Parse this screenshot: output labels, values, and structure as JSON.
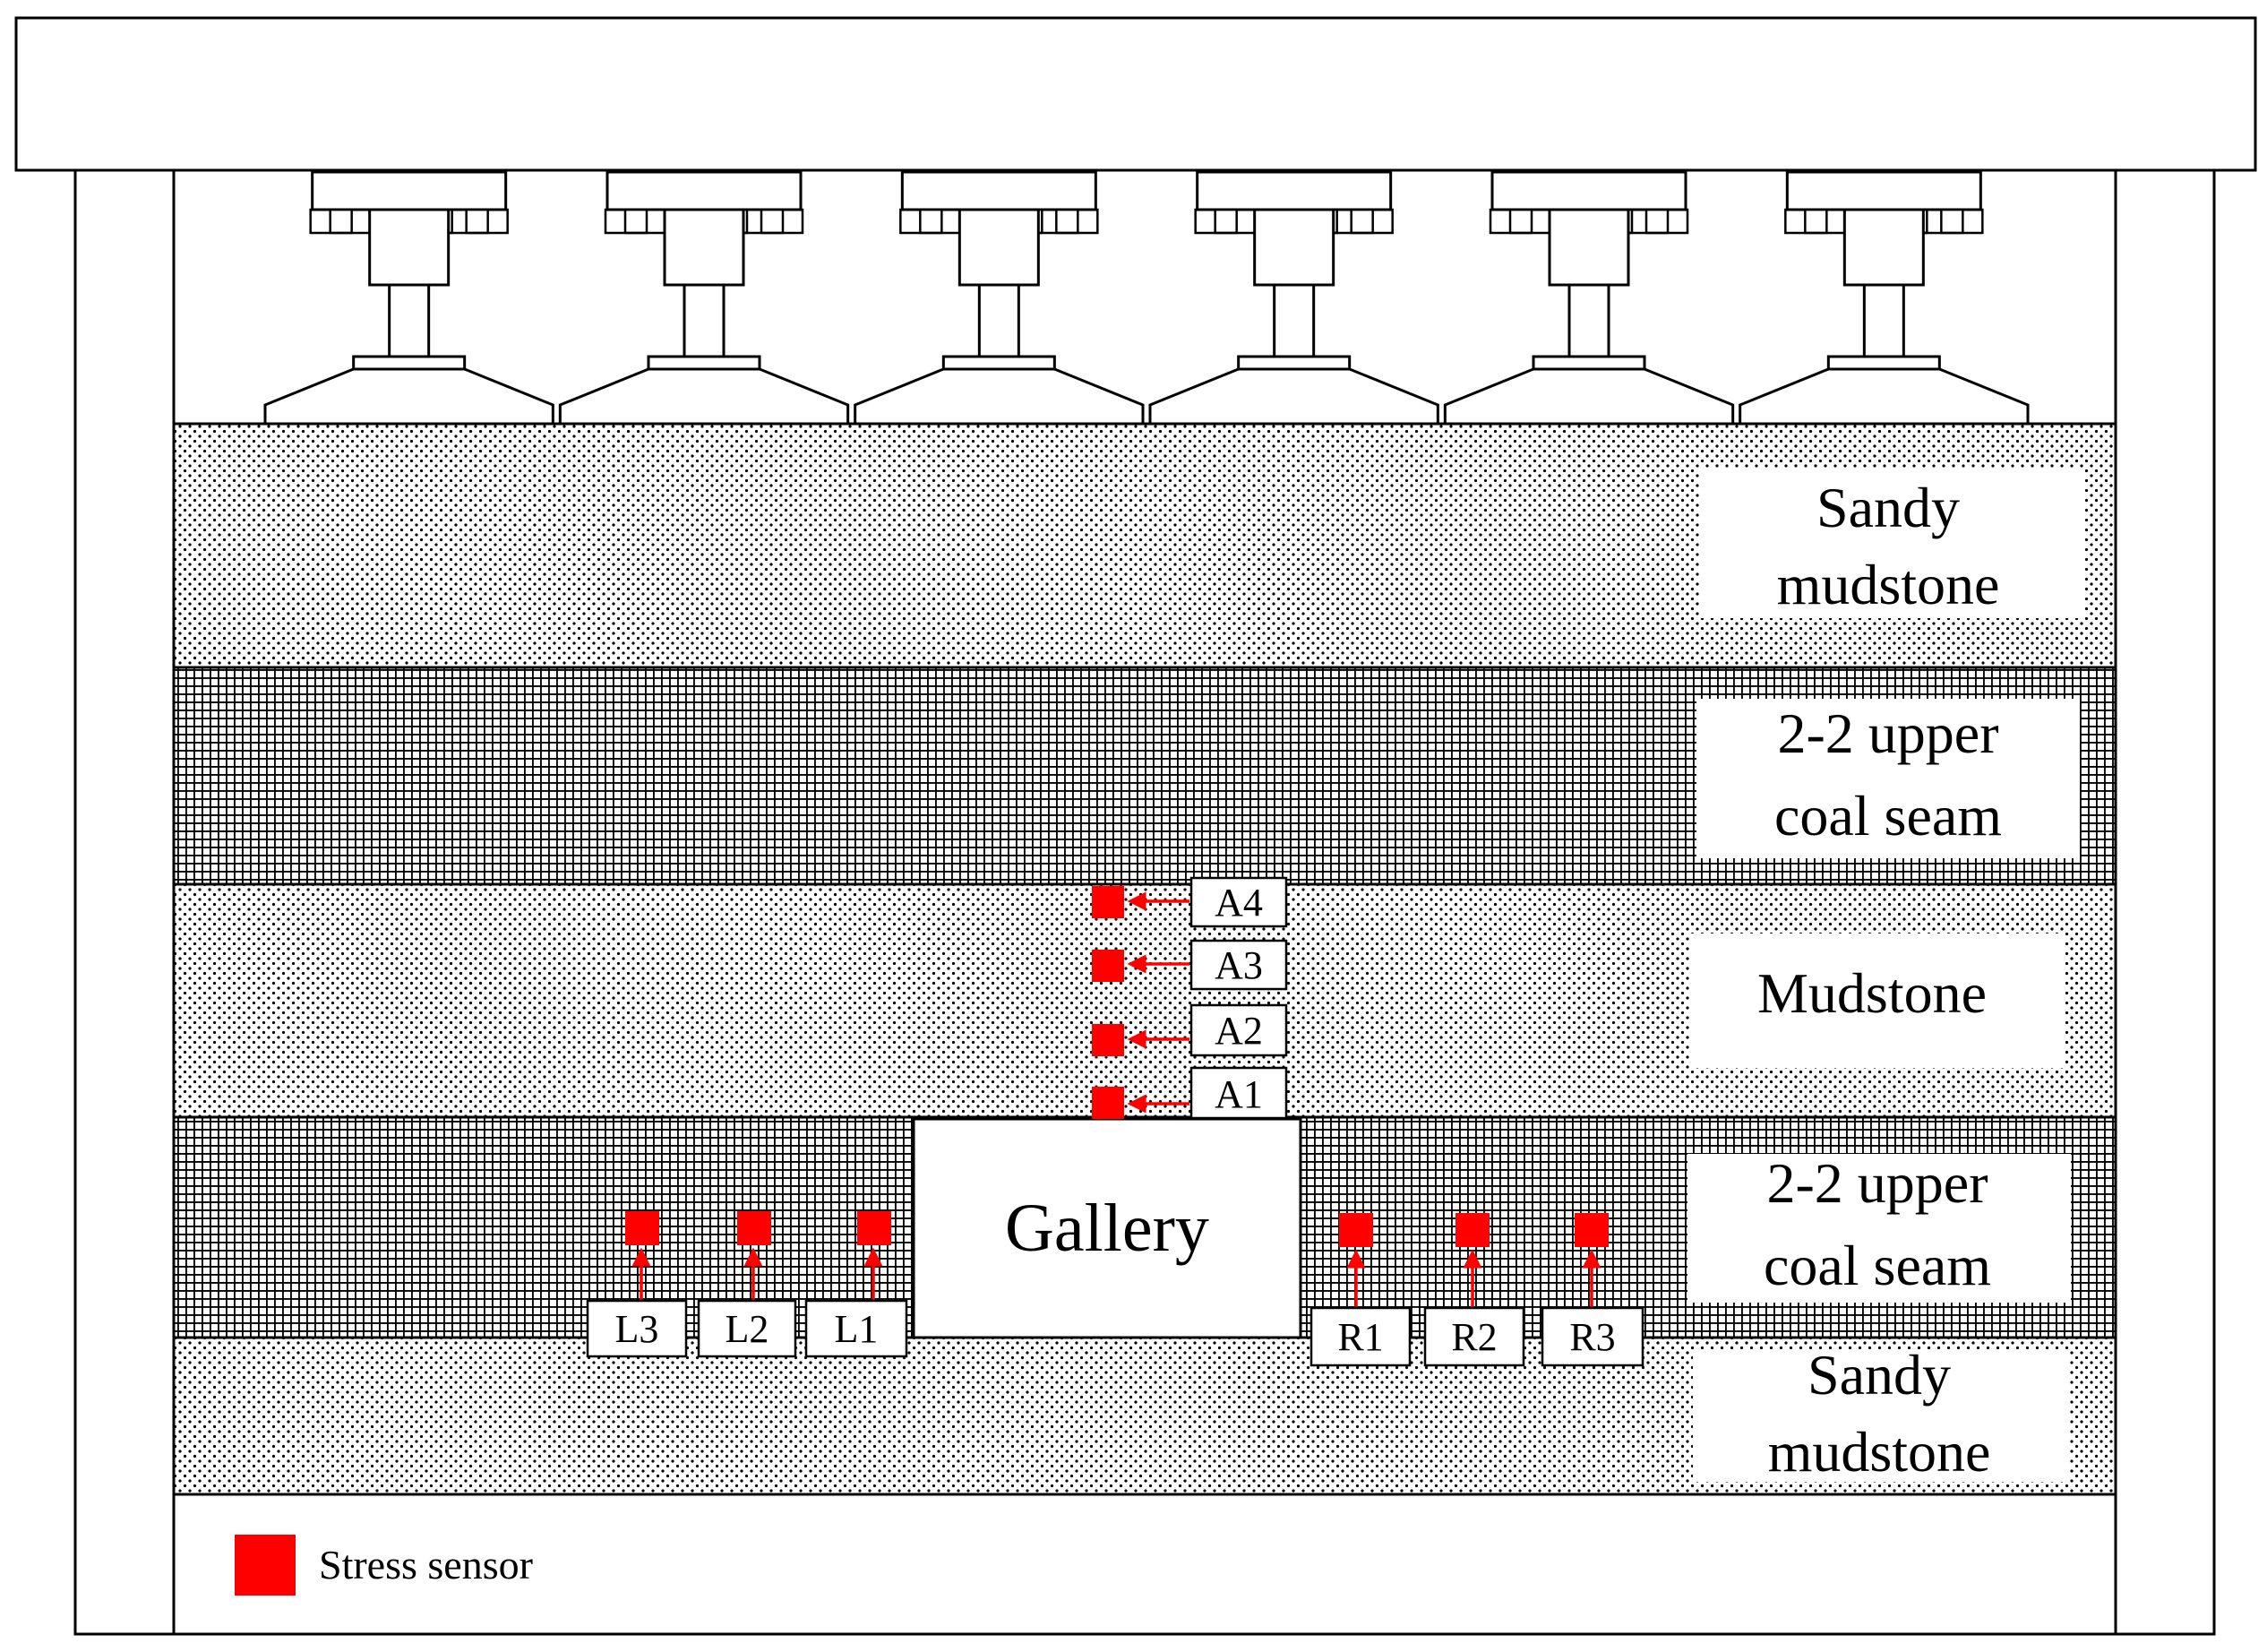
{
  "colors": {
    "sensor": "#ff0000",
    "outline": "#000000",
    "background": "#ffffff"
  },
  "layers": [
    {
      "id": "sandy-mudstone-top",
      "lines": [
        "Sandy",
        "mudstone"
      ],
      "pattern": "dots"
    },
    {
      "id": "coal-seam-upper",
      "lines": [
        "2-2 upper",
        "coal seam"
      ],
      "pattern": "grid"
    },
    {
      "id": "mudstone",
      "lines": [
        "Mudstone"
      ],
      "pattern": "dots"
    },
    {
      "id": "coal-seam-lower",
      "lines": [
        "2-2 upper",
        "coal seam"
      ],
      "pattern": "grid"
    },
    {
      "id": "sandy-mudstone-bottom",
      "lines": [
        "Sandy",
        "mudstone"
      ],
      "pattern": "dots"
    }
  ],
  "gallery": {
    "label": "Gallery"
  },
  "sensors": {
    "roof": [
      "A4",
      "A3",
      "A2",
      "A1"
    ],
    "left": [
      "L3",
      "L2",
      "L1"
    ],
    "right": [
      "R1",
      "R2",
      "R3"
    ]
  },
  "legend": {
    "icon": "red-square",
    "label": "Stress sensor"
  },
  "loading_jacks": {
    "count": 6,
    "icon": "hydraulic-jack-icon"
  }
}
